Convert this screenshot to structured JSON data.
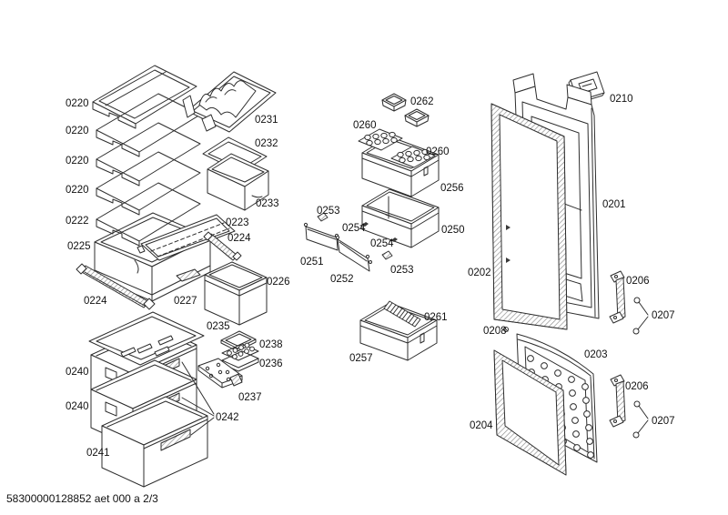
{
  "document": {
    "footer_code": "58300000128852 aet 000 a 2/3"
  },
  "parts": {
    "shelf_1": "0220",
    "shelf_2": "0220",
    "shelf_3": "0220",
    "shelf_4": "0220",
    "shelf_5": "0222",
    "bottle_rack": "0231",
    "rack_frame": "0232",
    "rack_box": "0233",
    "cover_plate": "0223",
    "rail_right": "0224",
    "rail_left": "0224",
    "crisper_box": "0225",
    "trim_strip": "0227",
    "bin_deep": "0226",
    "drawer_lid": "0235",
    "small_lid": "0238",
    "egg_insert": "0236",
    "perforated_plate": "0237",
    "drawer_upper": "0240",
    "drawer_middle": "0240",
    "drawer_fronts": "0242",
    "drawer_lower": "0241",
    "butter_dishes": "0262",
    "egg_tray_left": "0260",
    "egg_tray_right": "0260",
    "door_shelf_upper": "0256",
    "door_shelf_mid": "0250",
    "clip_left": "0253",
    "clip_right": "0253",
    "screw_left": "0254",
    "screw_right": "0254",
    "flap_left": "0251",
    "flap_right": "0252",
    "bottle_clamp": "0261",
    "door_shelf_lower": "0257",
    "handle_trim": "0210",
    "fridge_door": "0201",
    "door_gasket_upper": "0202",
    "hinge_bracket_upper": "0206",
    "hinge_screws_upper": "0207",
    "screw_small": "0208",
    "freezer_door": "0203",
    "door_gasket_lower": "0204",
    "hinge_bracket_lower": "0206",
    "hinge_screws_lower": "0207"
  }
}
